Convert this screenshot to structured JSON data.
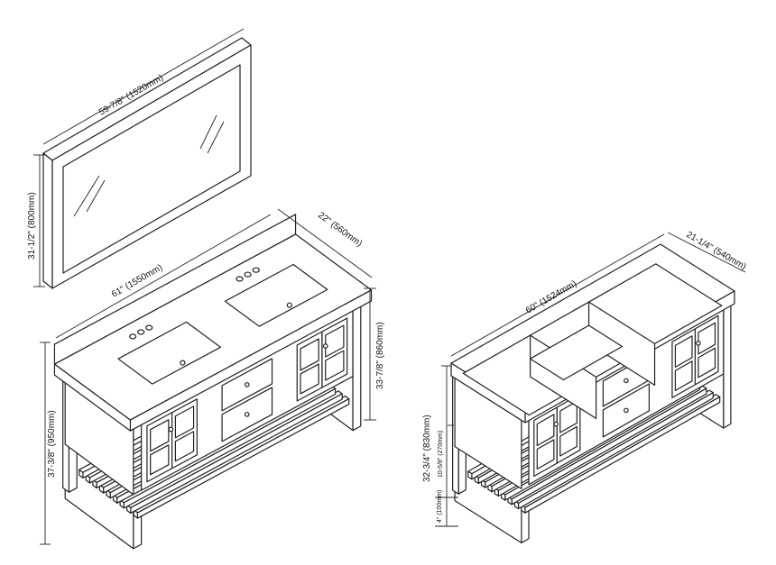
{
  "dimensions": {
    "mirror_width": "59-7/8\" (1520mm)",
    "mirror_height": "31-1/2\" (800mm)",
    "top_width": "61\" (1550mm)",
    "top_depth": "22\" (560mm)",
    "vanity_height_with_top": "33-7/8\" (860mm)",
    "overall_height_with_splash": "37-3/8\" (950mm)",
    "cabinet_width": "60\" (1524mm)",
    "cabinet_depth": "21-1/4\" (540mm)",
    "cabinet_height": "32-3/4\" (830mm)",
    "shelf_clearance": "10-5/8\" (270mm)",
    "shelf_height": "4\" (100mm)"
  },
  "colors": {
    "line": "#222222",
    "background": "#ffffff"
  }
}
